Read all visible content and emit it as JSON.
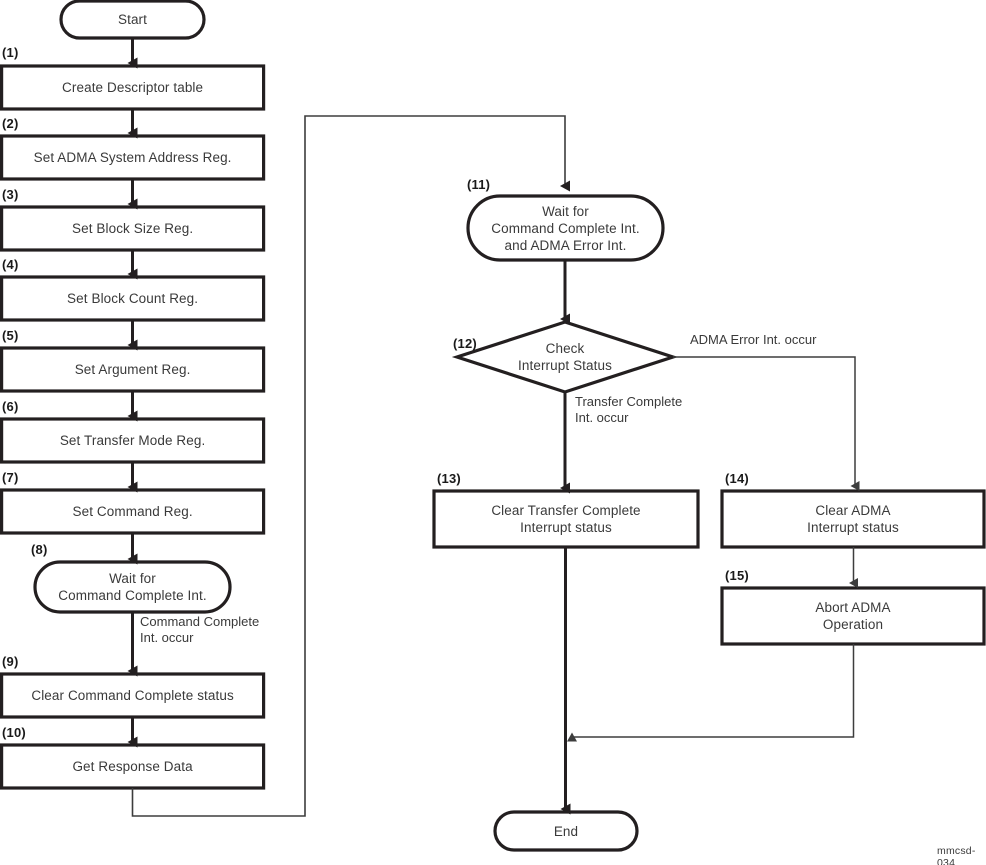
{
  "diagram": {
    "caption": "mmcsd-034",
    "colors": {
      "stroke": "#231f20",
      "text": "#3a3a3a",
      "background": "#ffffff",
      "thin_stroke": "#231f20"
    },
    "terminals": {
      "start": "Start",
      "end": "End"
    },
    "nodes": [
      {
        "num": "(1)",
        "label": "Create Descriptor table",
        "shape": "process"
      },
      {
        "num": "(2)",
        "label": "Set ADMA System Address Reg.",
        "shape": "process"
      },
      {
        "num": "(3)",
        "label": "Set Block Size Reg.",
        "shape": "process"
      },
      {
        "num": "(4)",
        "label": "Set Block Count Reg.",
        "shape": "process"
      },
      {
        "num": "(5)",
        "label": "Set Argument Reg.",
        "shape": "process"
      },
      {
        "num": "(6)",
        "label": "Set Transfer Mode Reg.",
        "shape": "process"
      },
      {
        "num": "(7)",
        "label": "Set Command Reg.",
        "shape": "process"
      },
      {
        "num": "(8)",
        "label": "Wait for\nCommand Complete Int.",
        "shape": "stadium"
      },
      {
        "num": "(9)",
        "label": "Clear Command Complete status",
        "shape": "process"
      },
      {
        "num": "(10)",
        "label": "Get Response Data",
        "shape": "process"
      },
      {
        "num": "(11)",
        "label": "Wait for\nCommand Complete Int.\nand ADMA Error Int.",
        "shape": "stadium"
      },
      {
        "num": "(12)",
        "label": "Check\nInterrupt Status",
        "shape": "decision"
      },
      {
        "num": "(13)",
        "label": "Clear Transfer Complete\nInterrupt status",
        "shape": "process"
      },
      {
        "num": "(14)",
        "label": "Clear ADMA\nInterrupt status",
        "shape": "process"
      },
      {
        "num": "(15)",
        "label": "Abort ADMA\nOperation",
        "shape": "process"
      }
    ],
    "edge_labels": [
      {
        "id": "cmd-complete",
        "text": "Command Complete\nInt. occur"
      },
      {
        "id": "adma-error",
        "text": "ADMA Error Int. occur"
      },
      {
        "id": "transfer-complete",
        "text": "Transfer Complete\nInt. occur"
      }
    ]
  }
}
